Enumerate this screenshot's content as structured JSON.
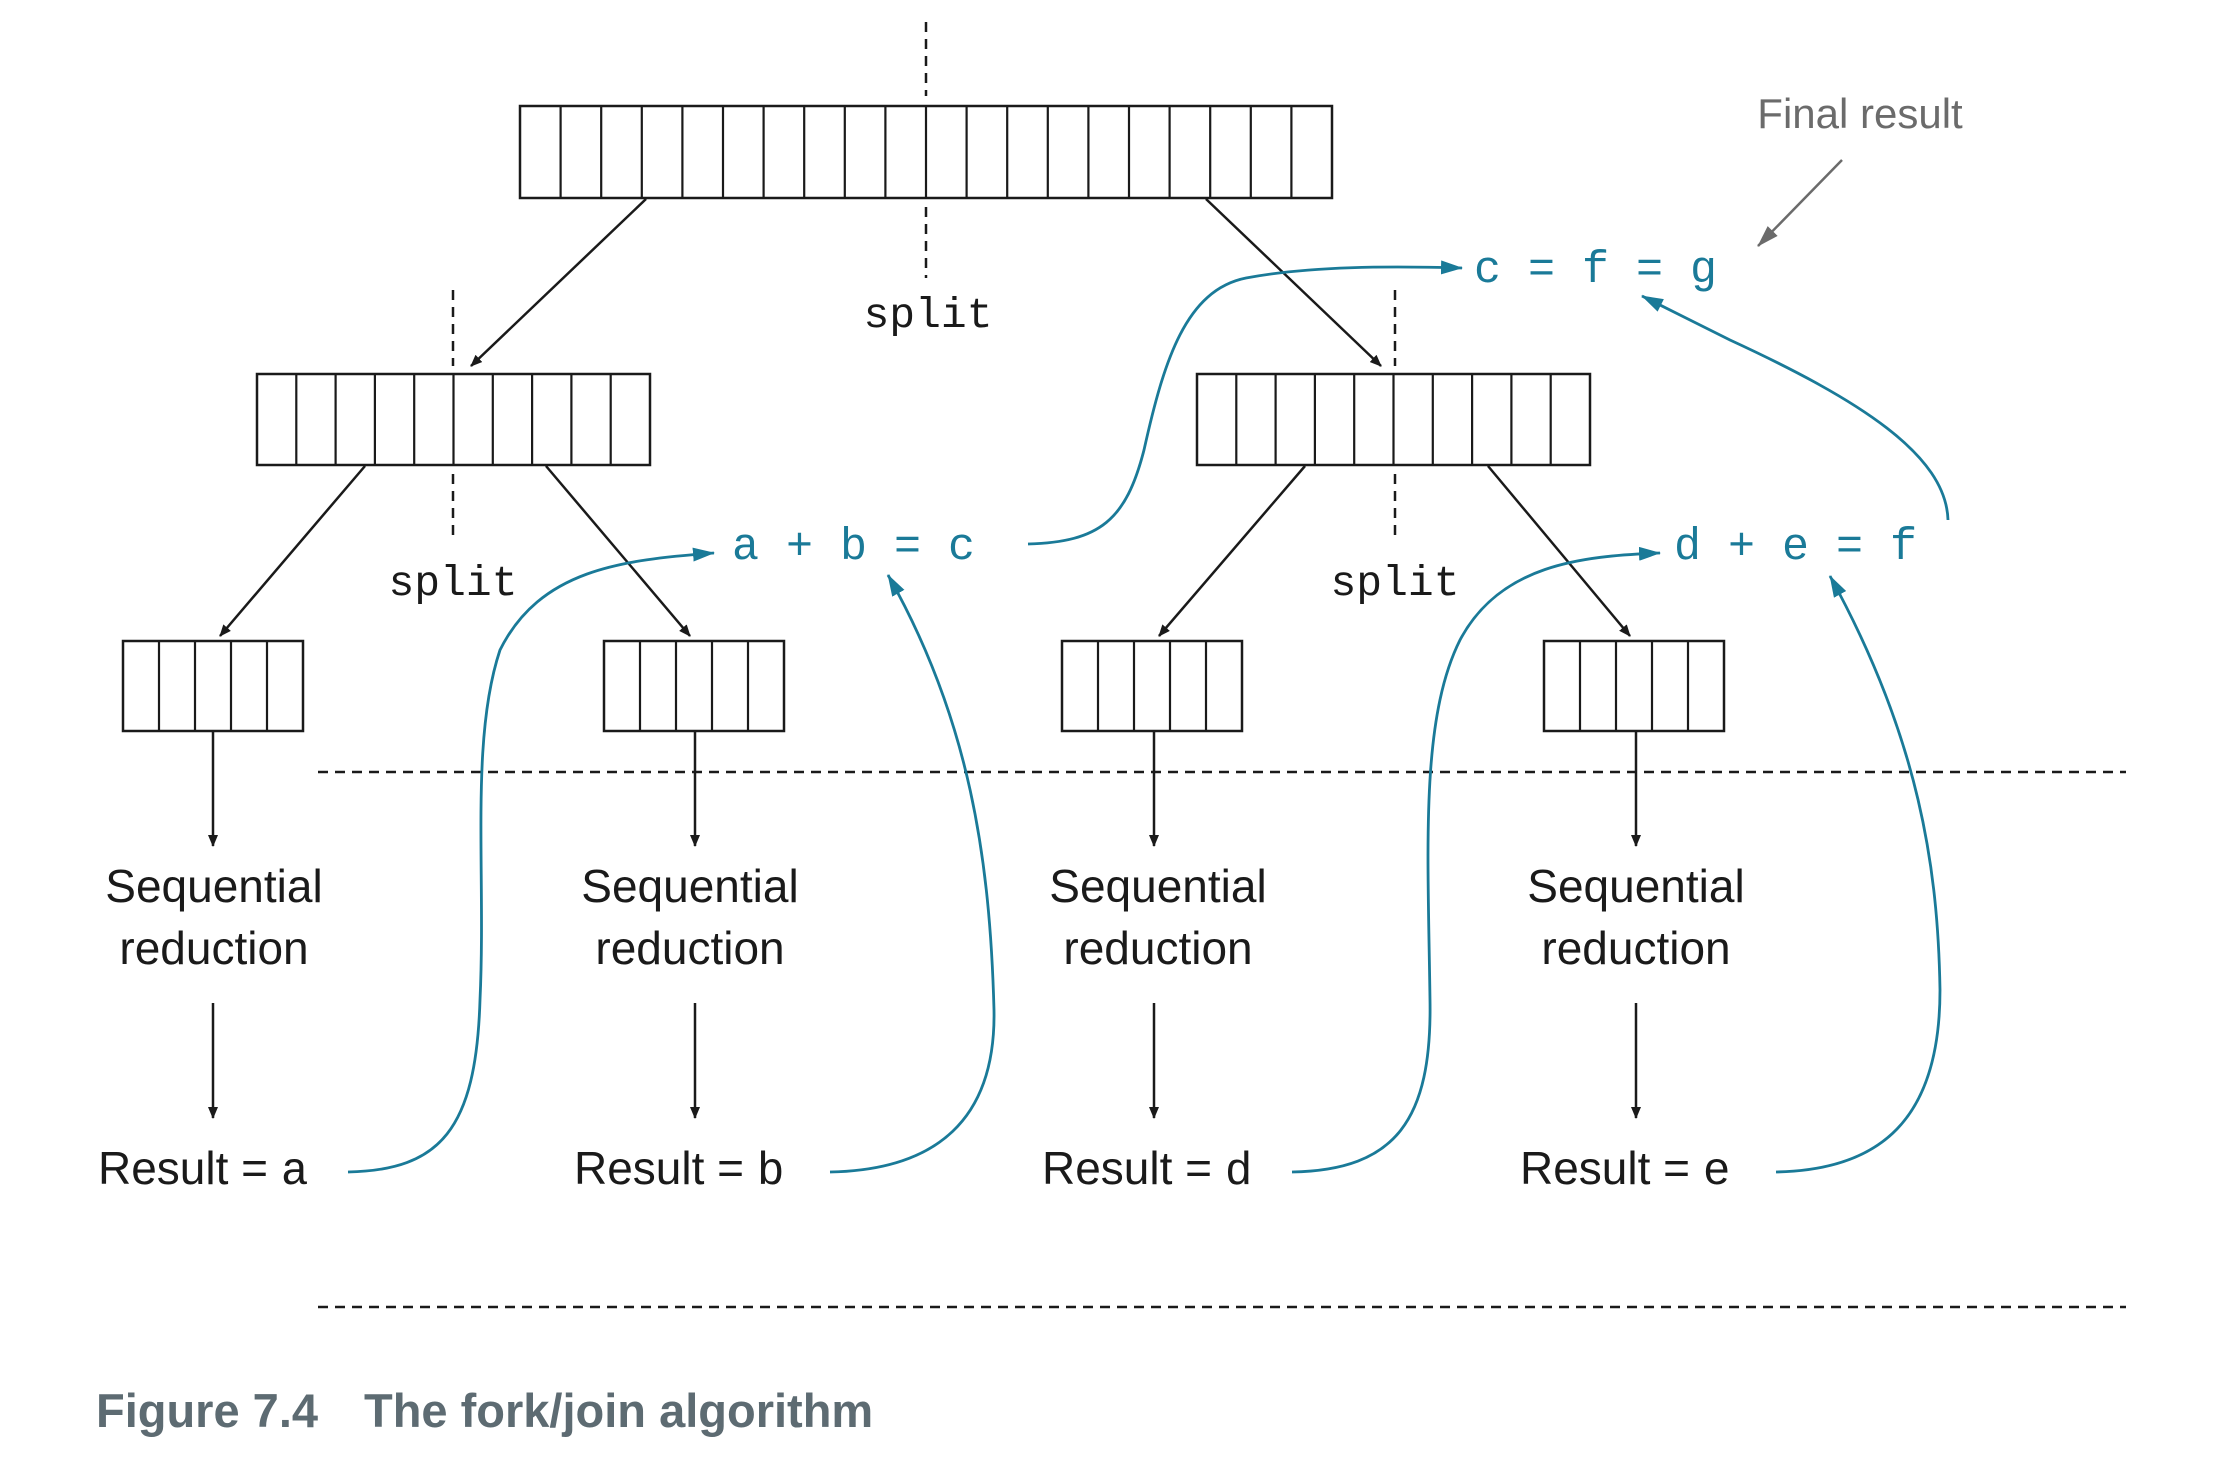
{
  "colors": {
    "ink": "#1a1a1a",
    "accent": "#1a7a98",
    "gray": "#6b6b6b",
    "caption": "#5d6b72"
  },
  "labels": {
    "split_top": "split",
    "split_left": "split",
    "split_right": "split",
    "final_result": "Final result"
  },
  "leaves": [
    {
      "line1": "Sequential",
      "line2": "reduction",
      "result_label": "Result = ",
      "result_var": "a"
    },
    {
      "line1": "Sequential",
      "line2": "reduction",
      "result_label": "Result = ",
      "result_var": "b"
    },
    {
      "line1": "Sequential",
      "line2": "reduction",
      "result_label": "Result = ",
      "result_var": "d"
    },
    {
      "line1": "Sequential",
      "line2": "reduction",
      "result_label": "Result = ",
      "result_var": "e"
    }
  ],
  "equations": {
    "left": "a + b = c",
    "right": "d + e = f",
    "top": "c = f = g"
  },
  "caption": {
    "number": "Figure 7.4",
    "title": "The fork/join algorithm"
  }
}
